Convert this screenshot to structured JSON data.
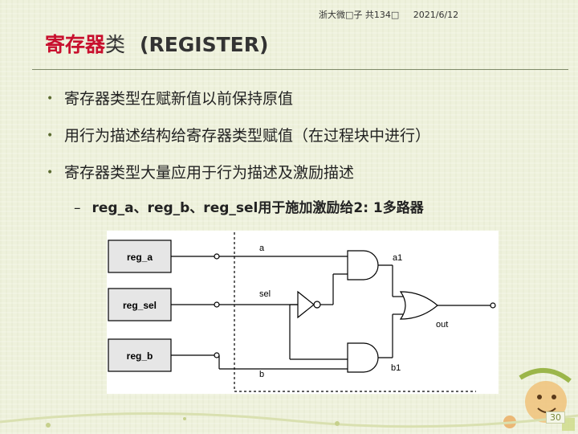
{
  "header": {
    "source": "浙大微□子 共134□",
    "date": "2021/6/12"
  },
  "title": {
    "part1": "寄存器",
    "part2": "类",
    "part3": "(REGISTER)"
  },
  "bullets": [
    "寄存器类型在赋新值以前保持原值",
    "用行为描述结构给寄存器类型赋值（在过程块中进行）",
    "寄存器类型大量应用于行为描述及激励描述"
  ],
  "sub_bullet": {
    "dash": "–",
    "text": "reg_a、reg_b、reg_sel用于施加激励给2: 1多路器"
  },
  "diagram": {
    "registers": [
      "reg_a",
      "reg_sel",
      "reg_b"
    ],
    "signals": {
      "a": "a",
      "sel": "sel",
      "b": "b",
      "a1": "a1",
      "b1": "b1",
      "out": "out"
    }
  },
  "page_number": "30",
  "colors": {
    "title_accent": "#c8102e",
    "background": "#eef1dc"
  }
}
